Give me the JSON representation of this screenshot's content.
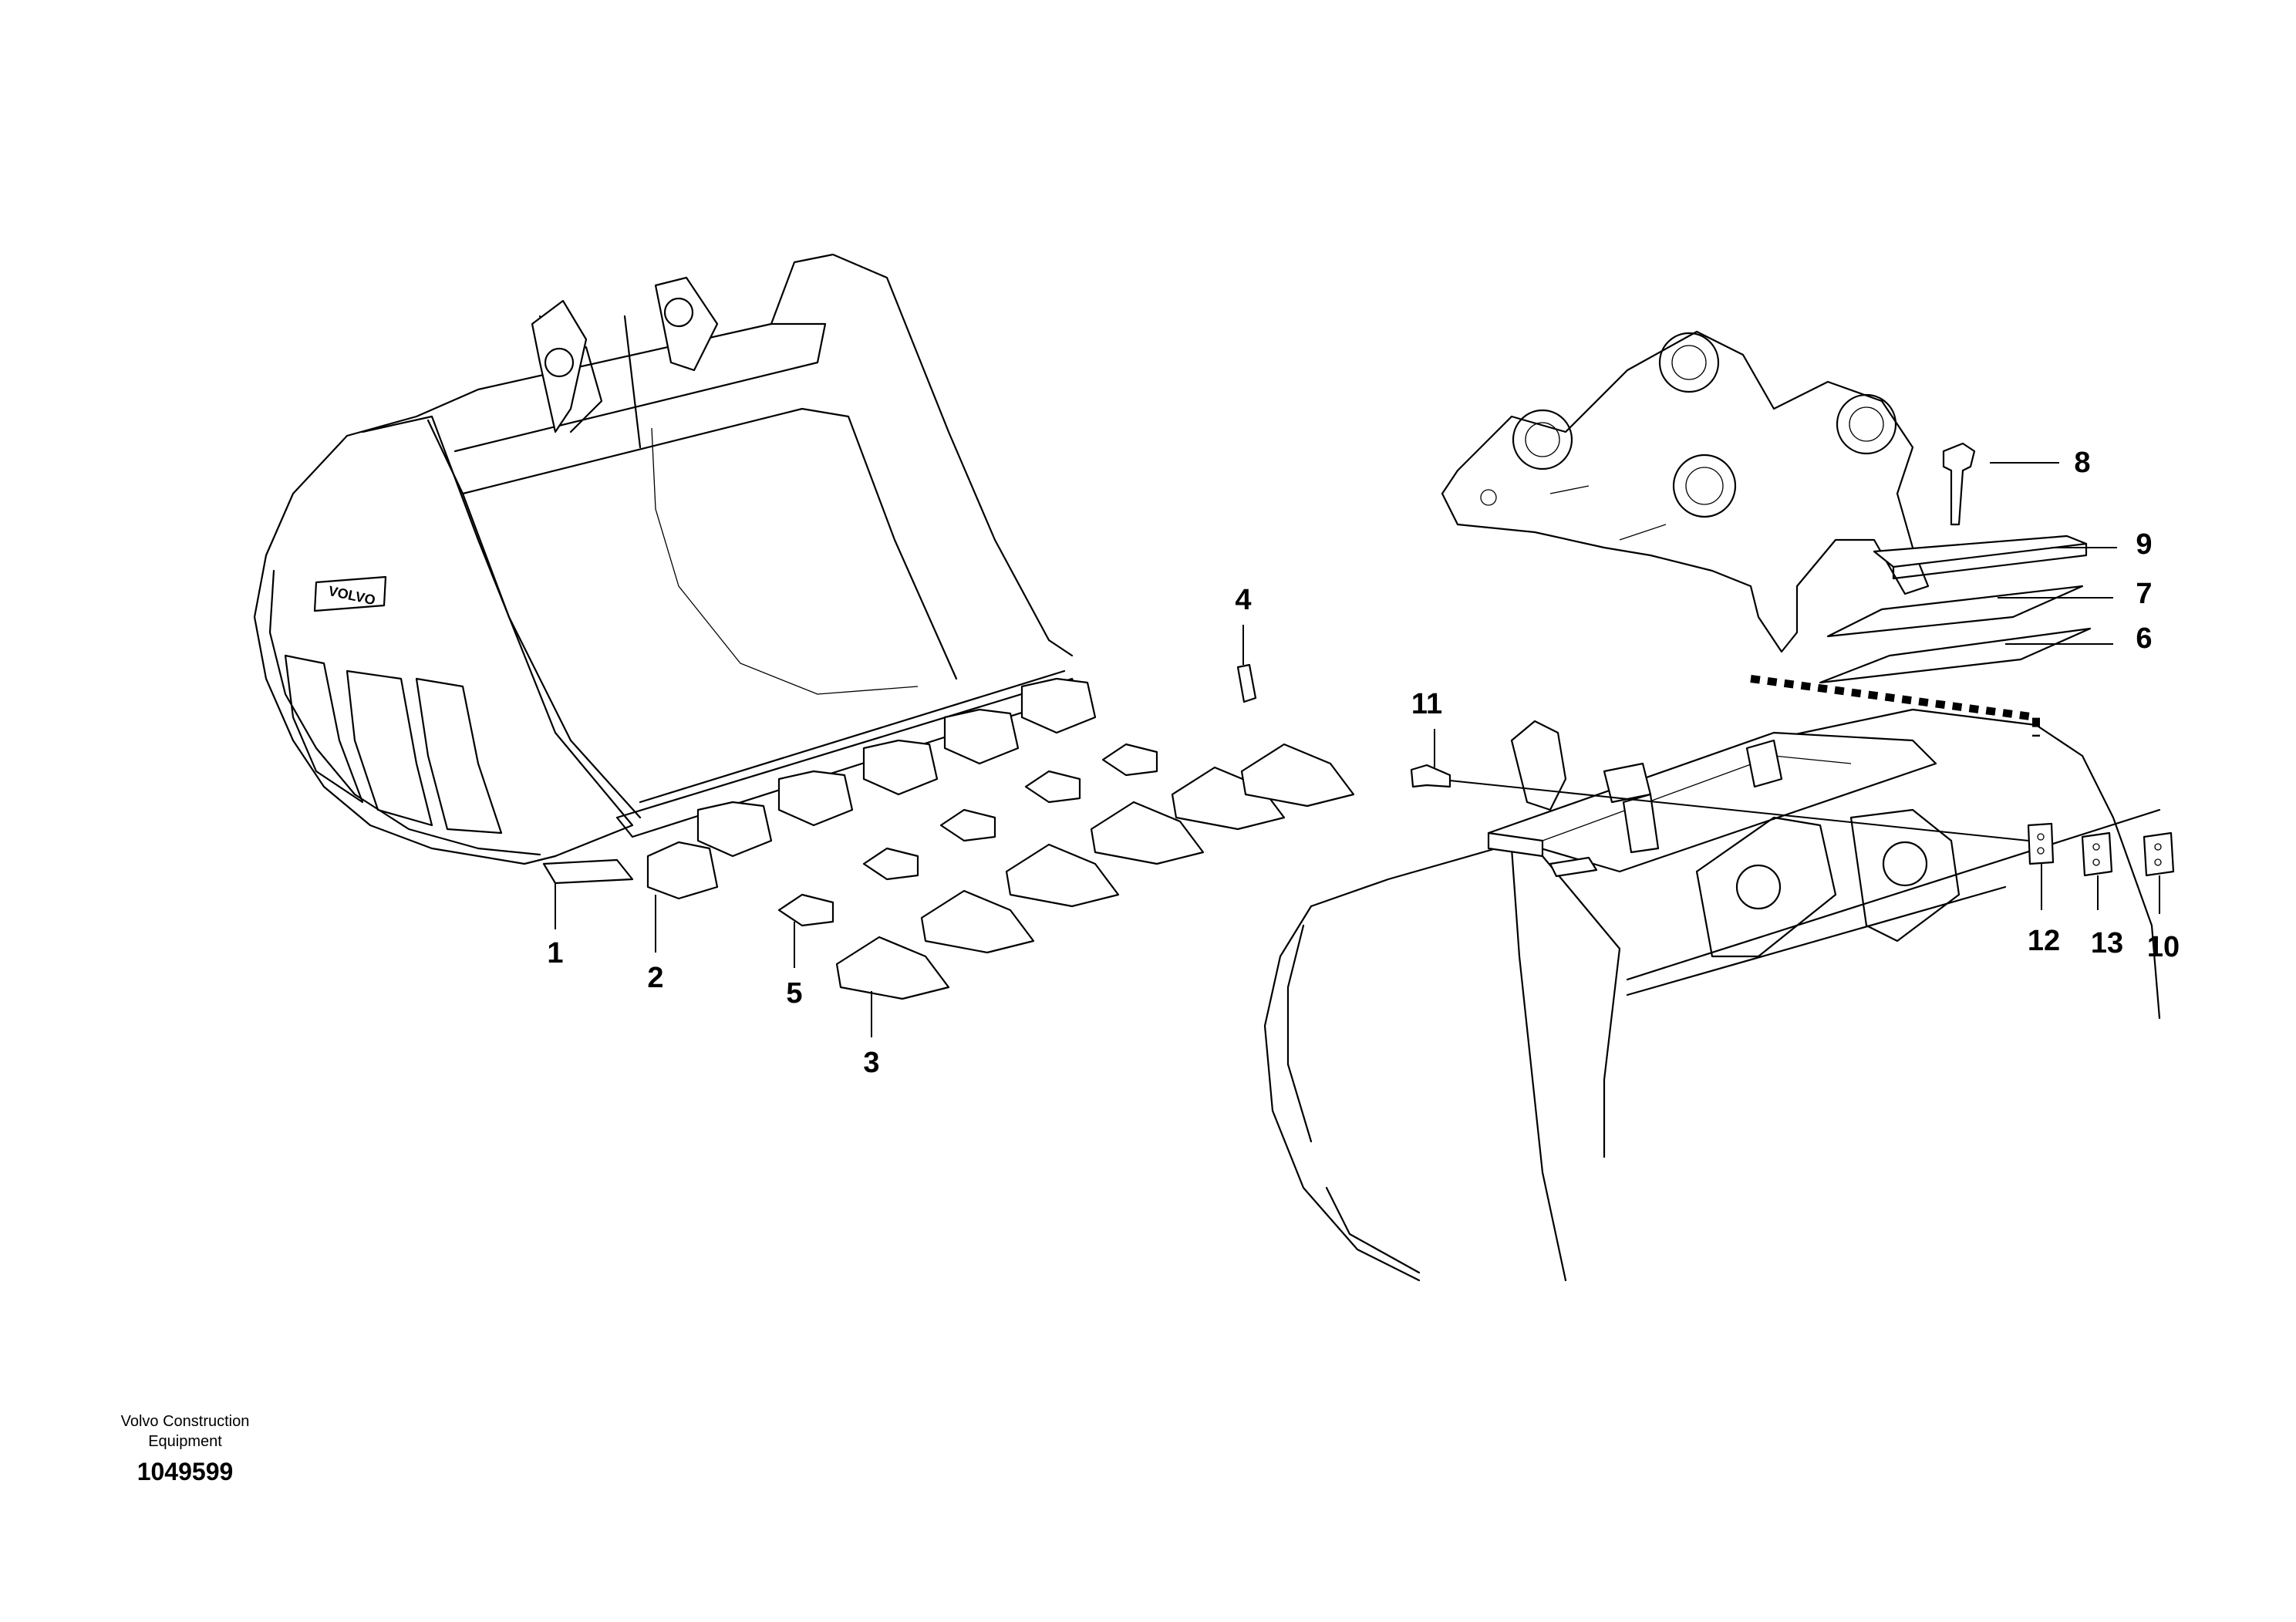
{
  "diagram": {
    "callouts": [
      "1",
      "2",
      "3",
      "4",
      "5",
      "6",
      "7",
      "8",
      "9",
      "10",
      "11",
      "12",
      "13"
    ],
    "bucket_logo": "VOLVO"
  },
  "footer": {
    "brand_line1": "Volvo Construction",
    "brand_line2": "Equipment",
    "drawing_number": "1049599"
  }
}
